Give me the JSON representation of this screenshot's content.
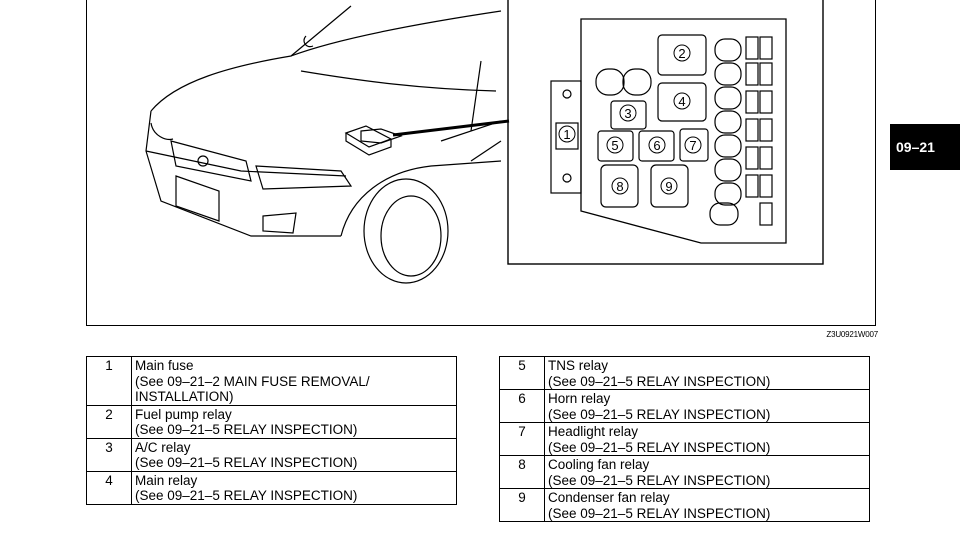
{
  "figure": {
    "code": "Z3U0921W007",
    "callouts": [
      "1",
      "2",
      "3",
      "4",
      "5",
      "6",
      "7",
      "8",
      "9"
    ]
  },
  "section_tab": "09–21",
  "legend_left": [
    {
      "num": "1",
      "lines": [
        "Main fuse",
        "(See 09–21–2 MAIN FUSE REMOVAL/",
        "INSTALLATION)"
      ]
    },
    {
      "num": "2",
      "lines": [
        "Fuel pump relay",
        "(See 09–21–5 RELAY INSPECTION)"
      ]
    },
    {
      "num": "3",
      "lines": [
        "A/C relay",
        "(See 09–21–5 RELAY INSPECTION)"
      ]
    },
    {
      "num": "4",
      "lines": [
        "Main relay",
        "(See 09–21–5 RELAY INSPECTION)"
      ]
    }
  ],
  "legend_right": [
    {
      "num": "5",
      "lines": [
        "TNS relay",
        "(See 09–21–5 RELAY INSPECTION)"
      ]
    },
    {
      "num": "6",
      "lines": [
        "Horn relay",
        "(See 09–21–5 RELAY INSPECTION)"
      ]
    },
    {
      "num": "7",
      "lines": [
        "Headlight relay",
        "(See 09–21–5 RELAY INSPECTION)"
      ]
    },
    {
      "num": "8",
      "lines": [
        "Cooling fan relay",
        "(See 09–21–5 RELAY INSPECTION)"
      ]
    },
    {
      "num": "9",
      "lines": [
        "Condenser fan relay",
        "(See 09–21–5 RELAY INSPECTION)"
      ]
    }
  ]
}
